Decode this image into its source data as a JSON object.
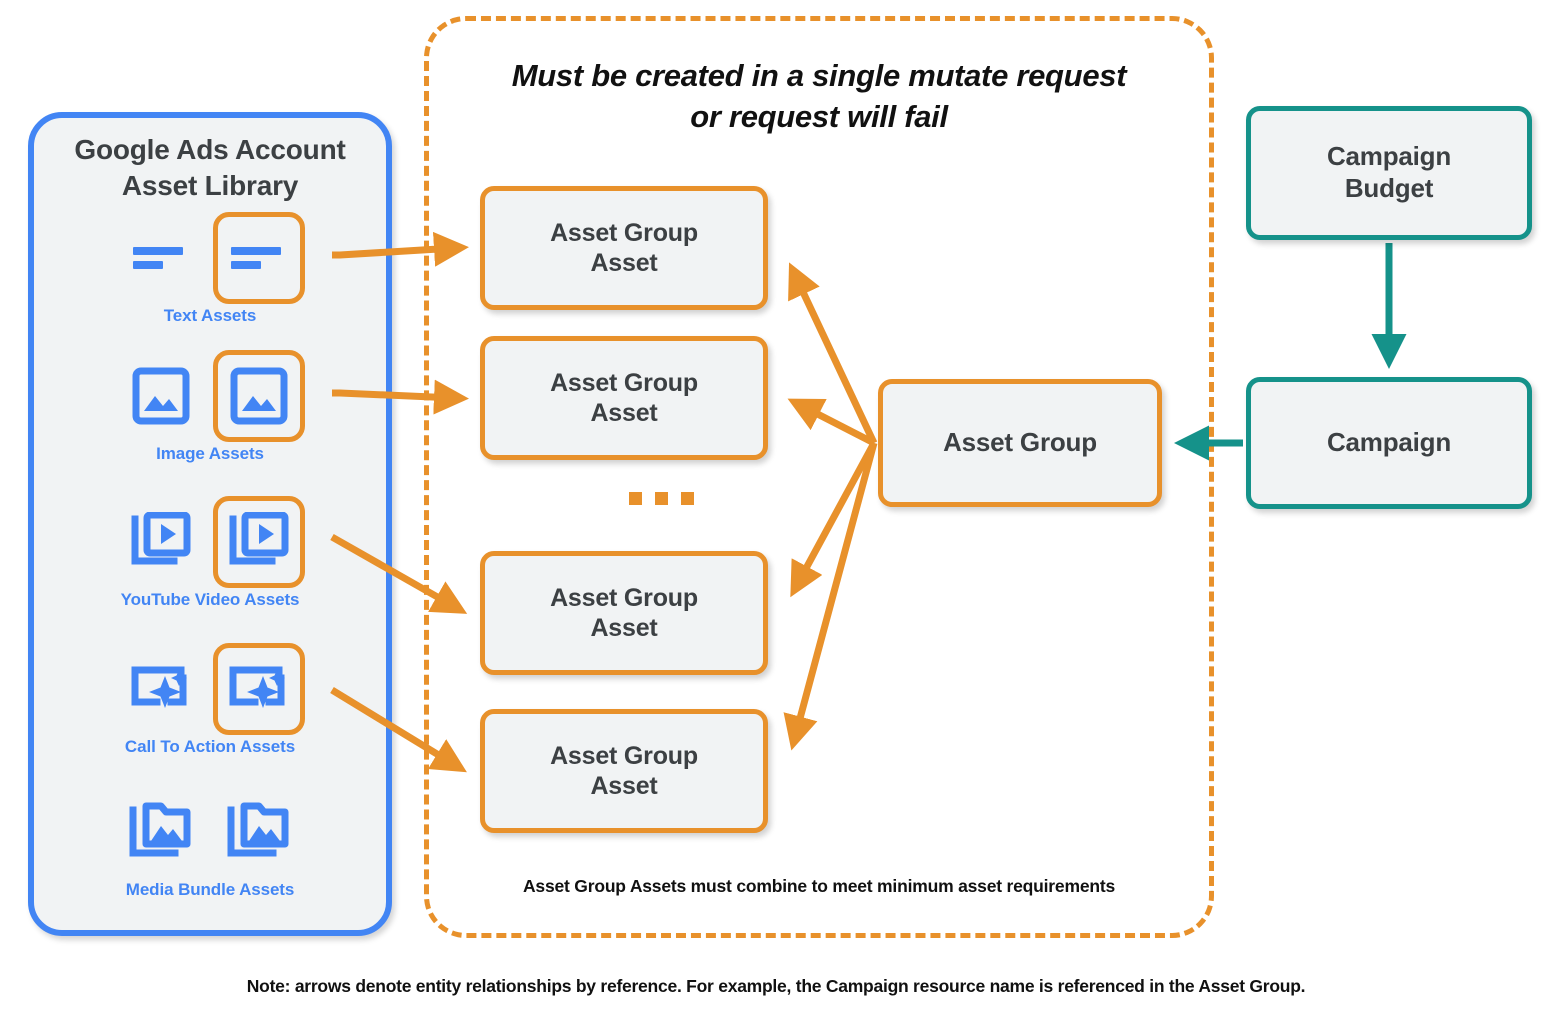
{
  "diagram": {
    "title": "Google Ads Performance Max asset group structure",
    "colors": {
      "blue": "#4285F4",
      "orange": "#E8912B",
      "teal": "#15928A",
      "box_fill": "#F1F3F4",
      "text_dark": "#3C4043",
      "background": "#FFFFFF"
    }
  },
  "library": {
    "title_line1": "Google Ads Account",
    "title_line2": "Asset Library",
    "assets": [
      {
        "caption": "Text Assets",
        "icon": "text-asset-icon",
        "highlighted_index": 1
      },
      {
        "caption": "Image Assets",
        "icon": "image-asset-icon",
        "highlighted_index": 1
      },
      {
        "caption": "YouTube Video  Assets",
        "icon": "video-asset-icon",
        "highlighted_index": 1
      },
      {
        "caption": "Call To Action Assets",
        "icon": "call-to-action-asset-icon",
        "highlighted_index": 1
      },
      {
        "caption": "Media Bundle  Assets",
        "icon": "media-bundle-asset-icon",
        "highlighted_index": -1
      }
    ]
  },
  "mutate_group": {
    "heading_line1": "Must be created in a single mutate request",
    "heading_line2": "or request will fail",
    "footnote": "Asset Group Assets must combine to meet minimum asset requirements",
    "asset_group_assets": [
      {
        "line1": "Asset Group",
        "line2": "Asset"
      },
      {
        "line1": "Asset Group",
        "line2": "Asset"
      },
      {
        "line1": "Asset Group",
        "line2": "Asset"
      },
      {
        "line1": "Asset Group",
        "line2": "Asset"
      }
    ],
    "ellipsis": "...",
    "asset_group": {
      "label": "Asset Group"
    }
  },
  "campaign_side": {
    "campaign_budget": {
      "line1": "Campaign",
      "line2": "Budget"
    },
    "campaign": {
      "label": "Campaign"
    }
  },
  "footer": {
    "note": "Note: arrows denote entity relationships by reference. For example, the Campaign resource name is referenced in the Asset Group."
  }
}
